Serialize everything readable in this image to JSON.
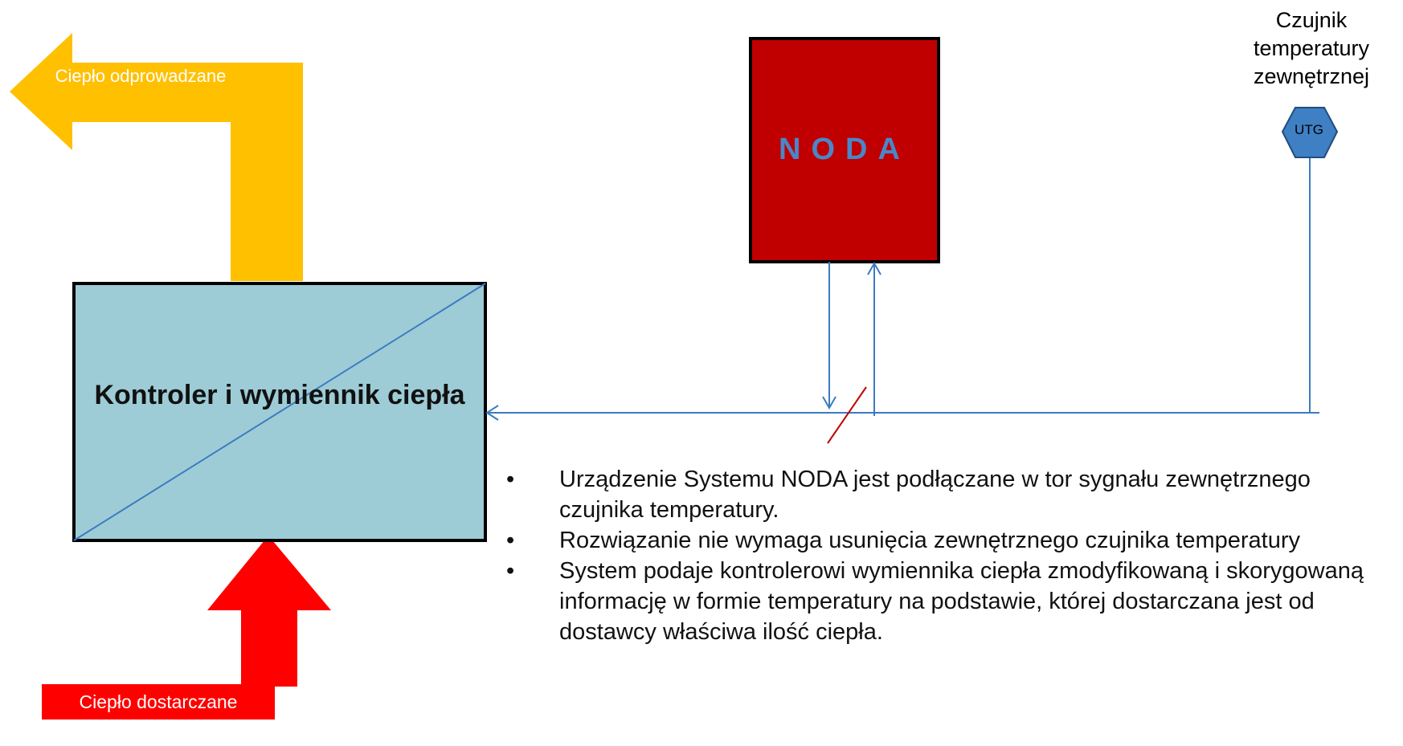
{
  "labels": {
    "heat_out": "Ciepło odprowadzane",
    "heat_in": "Ciepło dostarczane",
    "controller": "Kontroler i wymiennik ciepła",
    "noda": "NODA",
    "sensor": "Czujnik temperatury zewnętrznej",
    "sensor_tag": "UTG"
  },
  "bullets": [
    "Urządzenie Systemu NODA jest podłączane w tor sygnału zewnętrznego czujnika temperatury.",
    "Rozwiązanie nie wymaga usunięcia zewnętrznego czujnika temperatury",
    "System podaje kontrolerowi wymiennika ciepła zmodyfikowaną i skorygowaną informację w formie temperatury na podstawie, której  dostarczana jest od dostawcy właściwa ilość ciepła."
  ],
  "bullet_glyph": "•",
  "colors": {
    "heat_out": "#ffc000",
    "heat_in": "#ff0000",
    "controller_fill": "#9dccd6",
    "noda_fill": "#c00000",
    "noda_text": "#4a86c8",
    "signal_line": "#3b7bc0",
    "sensor_fill": "#3f7fc4",
    "cut_mark": "#c00000"
  }
}
